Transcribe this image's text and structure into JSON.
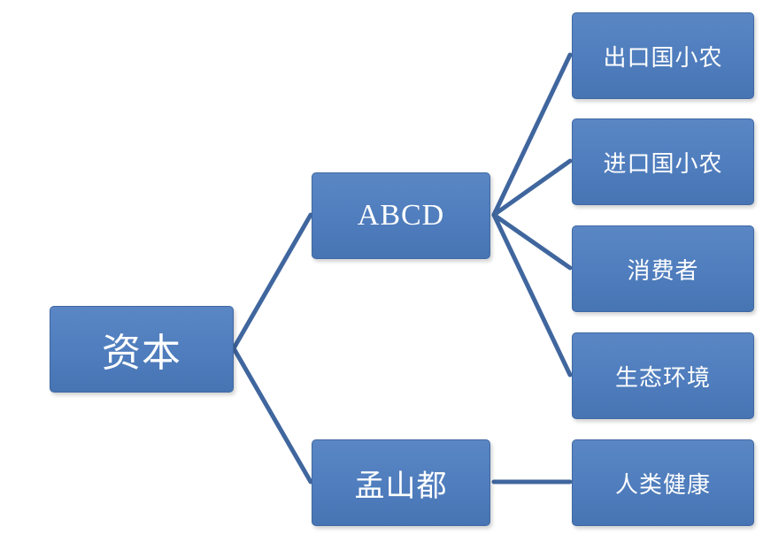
{
  "diagram": {
    "root": {
      "label": "资本"
    },
    "branches": [
      {
        "label": "ABCD",
        "children": [
          {
            "label": "出口国小农"
          },
          {
            "label": "进口国小农"
          },
          {
            "label": "消费者"
          },
          {
            "label": "生态环境"
          }
        ]
      },
      {
        "label": "孟山都",
        "children": [
          {
            "label": "人类健康"
          }
        ]
      }
    ],
    "colors": {
      "node_fill": "#4f7dbd",
      "node_border": "#3f68a3",
      "connector": "#40669e",
      "text": "#ffffff",
      "background": "#ffffff"
    }
  }
}
